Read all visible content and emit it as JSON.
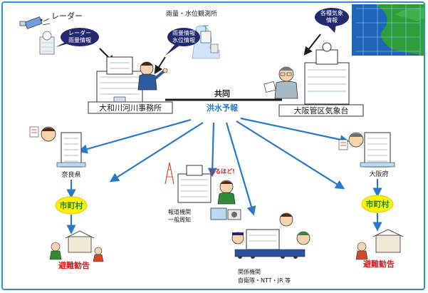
{
  "labels": {
    "radar": "レーダー",
    "rain_water_station": "雨量・水位観測所",
    "radar_rain_info": [
      "レーダー",
      "雨量情報"
    ],
    "rain_water_info": [
      "雨量情報",
      "水位情報"
    ],
    "weather_info": [
      "各種気象",
      "情報"
    ],
    "joint": "共同",
    "flood_forecast": "洪水予報",
    "river_office": "大和川河川事務所",
    "weather_office": "大阪管区気象台",
    "nara": "奈良県",
    "osaka": "大阪府",
    "municipality": "市町村",
    "evacuation": "避難勧告",
    "media": [
      "報道機関",
      "一般周知"
    ],
    "related_orgs": [
      "関係機関",
      "自衛隊・NTT・JR 等"
    ],
    "exclaim": "なるほど!"
  },
  "colors": {
    "frame": "#2e8fd8",
    "arrow": "#2a78c8",
    "bubble": "#22296e",
    "accent_red": "#e4161a",
    "municipality_fill": "#fff200",
    "municipality_text": "#1f8a2a",
    "line": "#1b1b1b"
  }
}
